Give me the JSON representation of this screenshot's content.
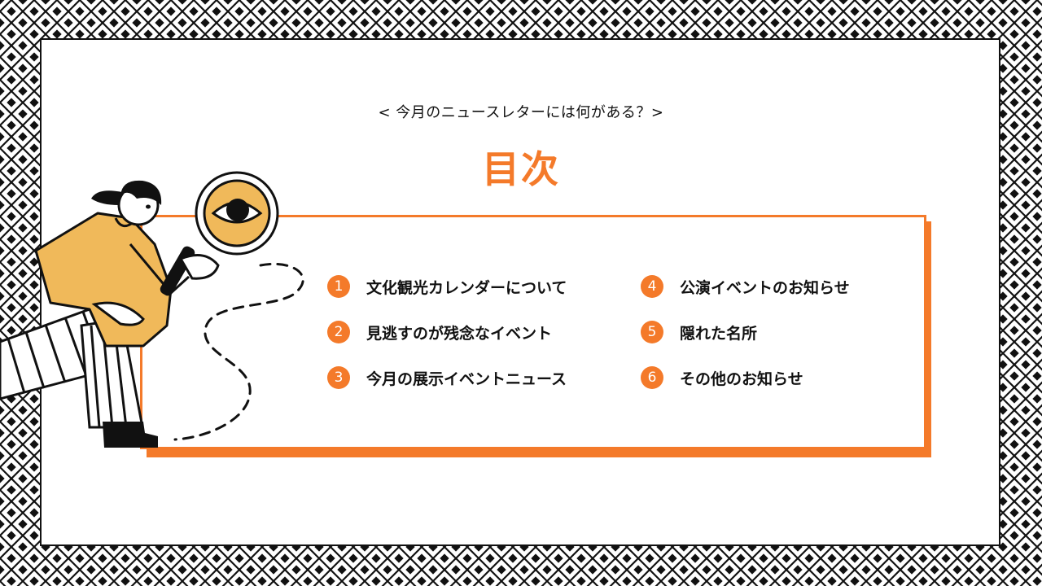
{
  "header": {
    "subtitle": "< 今月のニュースレターには何がある？>",
    "title": "目次"
  },
  "toc": [
    {
      "number": "1",
      "label": "文化観光カレンダーについて"
    },
    {
      "number": "2",
      "label": "見逃すのが残念なイベント"
    },
    {
      "number": "3",
      "label": "今月の展示イベントニュース"
    },
    {
      "number": "4",
      "label": "公演イベントのお知らせ"
    },
    {
      "number": "5",
      "label": "隠れた名所"
    },
    {
      "number": "6",
      "label": "その他のお知らせ"
    }
  ],
  "colors": {
    "accent": "#f47a2a",
    "skin": "#f0b95a",
    "ink": "#111111",
    "background": "#ffffff"
  },
  "illustration": {
    "subject": "woman-with-magnifying-glass",
    "icons": [
      "magnifying-glass-icon",
      "eye-icon",
      "dashed-path"
    ]
  }
}
